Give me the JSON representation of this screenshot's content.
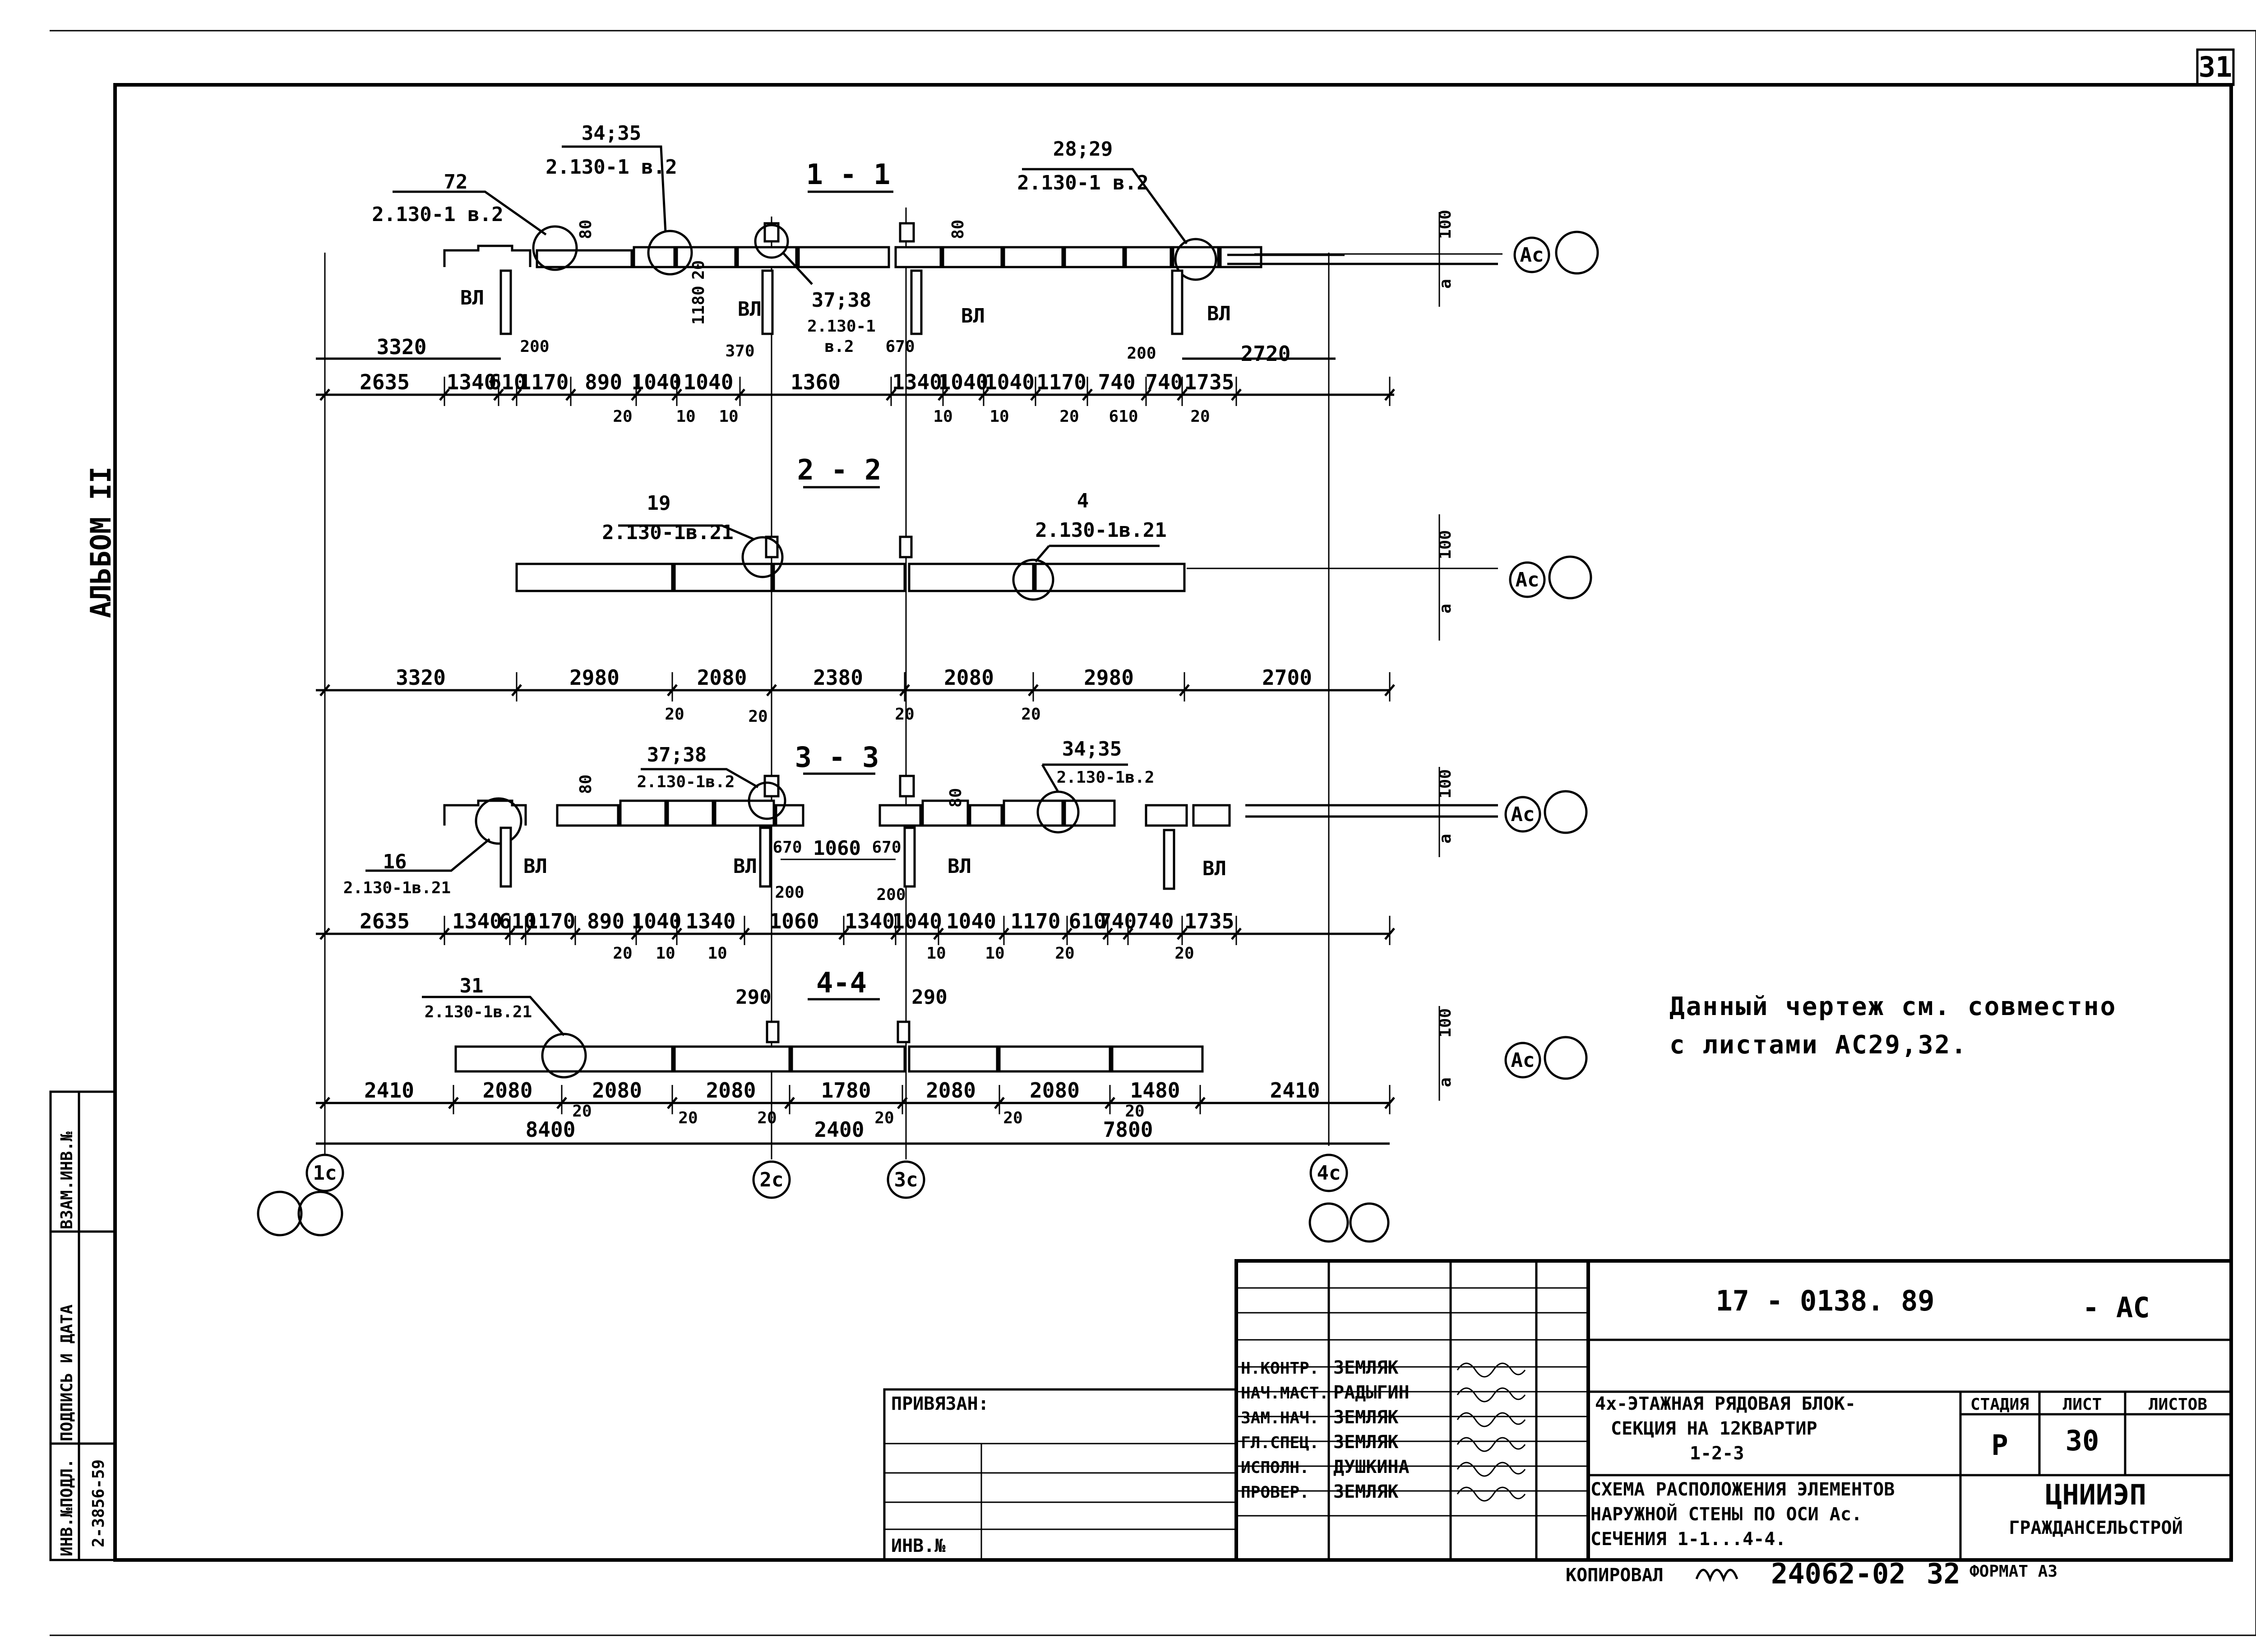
{
  "sheet": {
    "page_number": "31",
    "album_label": "АЛЬБОМ II",
    "side_stamp": [
      "ИНВ.№ПОДЛ.",
      "ПОДПИСЬ И ДАТА",
      "ВЗАМ.ИНВ.№"
    ],
    "side_stamp_value": "2-3856-59",
    "note_line1": "Данный чертеж см. совместно",
    "note_line2": "с листами АС29,32."
  },
  "sections": {
    "s1": {
      "title": "1 - 1",
      "refs": [
        {
          "num": "72",
          "doc": "2.130-1 в.2"
        },
        {
          "num": "34;35",
          "doc": "2.130-1 в.2"
        },
        {
          "num": "37;38",
          "doc": "2.130-1",
          "doc2": "в.2"
        },
        {
          "num": "28;29",
          "doc": "2.130-1 в.2"
        }
      ],
      "small_dims": [
        "80",
        "80",
        "100",
        "a",
        "1180",
        "20",
        "370",
        "670",
        "200",
        "200"
      ],
      "vl": "ВЛ",
      "top_dims": [
        "3320",
        "2720"
      ],
      "dims": [
        "2635",
        "1340",
        "610",
        "1170",
        "890",
        "1040",
        "1040",
        "1360",
        "1340",
        "1040",
        "1040",
        "1170",
        "740",
        "740",
        "1735"
      ],
      "gaps": [
        "20",
        "10",
        "10",
        "10",
        "10",
        "20",
        "610",
        "20"
      ],
      "axis": "Ас"
    },
    "s2": {
      "title": "2 - 2",
      "refs": [
        {
          "num": "19",
          "doc": "2.130-1в.21"
        },
        {
          "num": "4",
          "doc": "2.130-1в.21"
        }
      ],
      "small_dims": [
        "100",
        "a"
      ],
      "dims": [
        "3320",
        "2980",
        "2080",
        "2380",
        "2080",
        "2980",
        "2700"
      ],
      "gaps": [
        "20",
        "20",
        "20",
        "20"
      ],
      "axis": "Ас"
    },
    "s3": {
      "title": "3 - 3",
      "refs": [
        {
          "num": "37;38",
          "doc": "2.130-1в.2"
        },
        {
          "num": "34;35",
          "doc": "2.130-1в.2"
        },
        {
          "num": "16",
          "doc": "2.130-1в.21"
        }
      ],
      "small_dims": [
        "80",
        "80",
        "100",
        "a",
        "670",
        "1060",
        "670",
        "200",
        "200"
      ],
      "vl": "ВЛ",
      "dims": [
        "2635",
        "1340",
        "610",
        "1170",
        "890",
        "1040",
        "1340",
        "1060",
        "1340",
        "1040",
        "1040",
        "1170",
        "610",
        "740",
        "740",
        "1735"
      ],
      "gaps": [
        "20",
        "10",
        "10",
        "10",
        "10",
        "20",
        "20"
      ],
      "axis": "Ас"
    },
    "s4": {
      "title": "4-4",
      "refs": [
        {
          "num": "31",
          "doc": "2.130-1в.21"
        }
      ],
      "small_dims": [
        "290",
        "290",
        "100",
        "a"
      ],
      "dims": [
        "2410",
        "2080",
        "2080",
        "2080",
        "1780",
        "2080",
        "2080",
        "1480",
        "2410"
      ],
      "gaps": [
        "20",
        "20",
        "20",
        "20",
        "20",
        "20"
      ],
      "overall": [
        "8400",
        "2400",
        "7800"
      ],
      "axis": "Ас"
    }
  },
  "axes_bottom": [
    "1с",
    "2с",
    "3с",
    "4с"
  ],
  "title_block": {
    "doc_code": "17 - 0138. 89",
    "doc_suffix": "- АС",
    "privyazan": "ПРИВЯЗАН:",
    "inv_no": "ИНВ.№",
    "roles": [
      {
        "role": "Н.КОНТР.",
        "name": "ЗЕМЛЯК"
      },
      {
        "role": "НАЧ.МАСТ.",
        "name": "РАДЫГИН"
      },
      {
        "role": "ЗАМ.НАЧ.",
        "name": "ЗЕМЛЯК"
      },
      {
        "role": "ГЛ.СПЕЦ.",
        "name": "ЗЕМЛЯК"
      },
      {
        "role": "ИСПОЛН.",
        "name": "ДУШКИНА"
      },
      {
        "role": "ПРОВЕР.",
        "name": "ЗЕМЛЯК"
      }
    ],
    "project_line1": "4x-ЭТАЖНАЯ РЯДОВАЯ БЛОК-",
    "project_line2": "СЕКЦИЯ НА 12КВАРТИР",
    "project_line3": "1-2-3",
    "sheet_line1": "СХЕМА РАСПОЛОЖЕНИЯ ЭЛЕМЕНТОВ",
    "sheet_line2": "НАРУЖНОЙ СТЕНЫ ПО ОСИ Ас.",
    "sheet_line3": "СЕЧЕНИЯ 1-1...4-4.",
    "stage_label": "СТАДИЯ",
    "sheet_label": "ЛИСТ",
    "sheets_label": "ЛИСТОВ",
    "stage": "Р",
    "sheet_no": "30",
    "org_line1": "ЦНИИЭП",
    "org_line2": "ГРАЖДАНСЕЛЬСТРОЙ",
    "copied": "КОПИРОВАЛ",
    "copied_no": "24062-02",
    "copied_page": "32",
    "format": "ФОРМАТ А3"
  }
}
